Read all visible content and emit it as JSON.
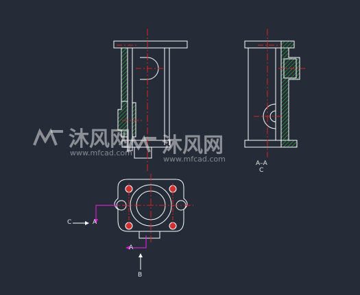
{
  "drawing": {
    "background": "#252c38",
    "line_color": "#ffffff",
    "centerline_color": "#e02020",
    "hatch_color": "#2fb83a",
    "arrow_color": "#cc22cc"
  },
  "labels": {
    "section_title": "A–A",
    "section_view_name": "C",
    "cut_label_left": "A",
    "cut_label_bottom": "A",
    "view_arrow_c": "C",
    "view_arrow_b": "B"
  },
  "watermarks": [
    {
      "text": "沐风网",
      "url": "www.mfcad.com",
      "icon": "mf-logo-icon"
    },
    {
      "text": "沐风网",
      "url": "www.mfcad.com",
      "icon": "mf-logo-icon"
    }
  ]
}
